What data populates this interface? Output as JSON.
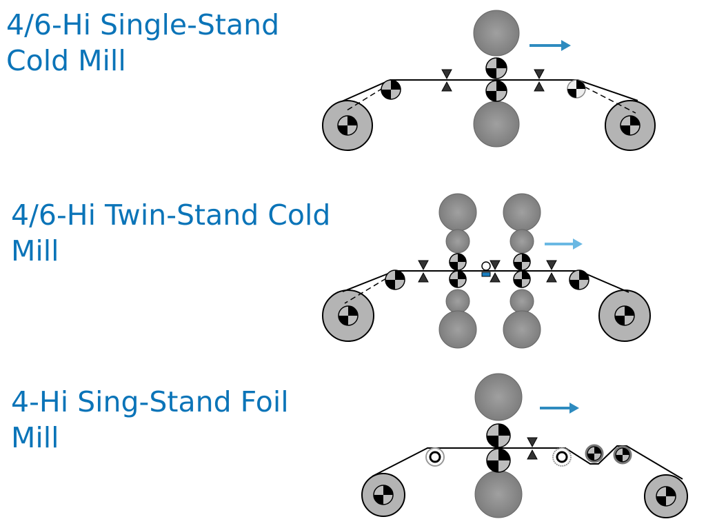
{
  "diagrams": [
    {
      "title_line1": "4/6-Hi Single-Stand",
      "title_line2": "Cold Mill",
      "arrow_color": "#2e8bbf"
    },
    {
      "title_line1": "4/6-Hi Twin-Stand Cold",
      "title_line2": "Mill",
      "arrow_color": "#6ab8e3"
    },
    {
      "title_line1": "4-Hi Sing-Stand Foil",
      "title_line2": "Mill",
      "arrow_color": "#2e8bbf"
    }
  ],
  "colors": {
    "title": "#0b74b8",
    "roll": "#8c8c8c",
    "reel": "#b4b4b4",
    "quadrant_light": "#bdbdbd",
    "sensor": "#1a7fc1"
  }
}
